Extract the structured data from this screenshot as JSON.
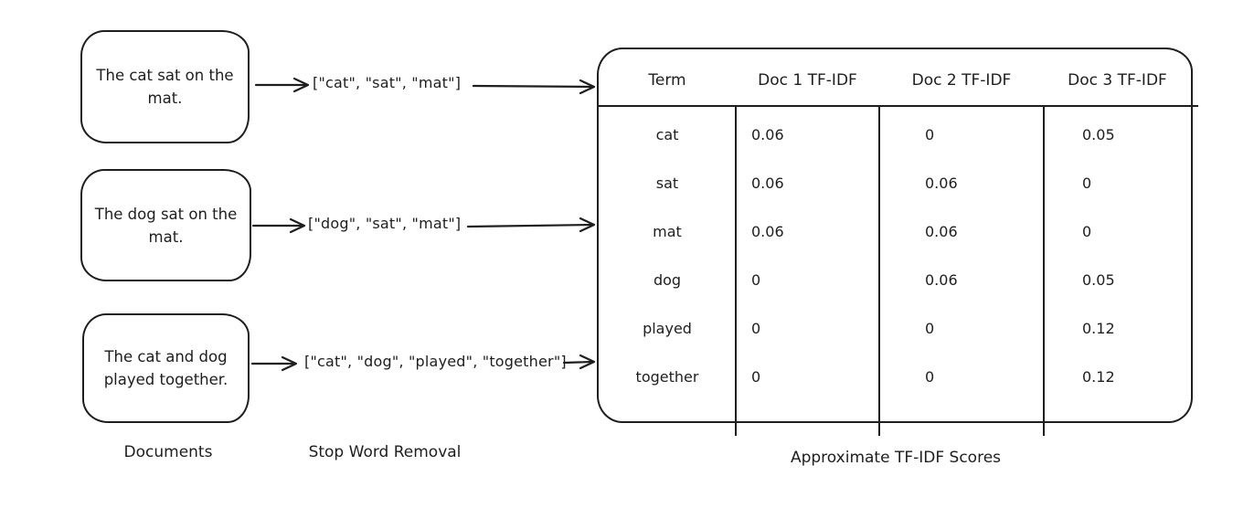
{
  "documents": {
    "label": "Documents",
    "boxes": [
      {
        "line1": "The cat sat on the",
        "line2": "mat."
      },
      {
        "line1": "The dog sat on the",
        "line2": "mat."
      },
      {
        "line1": "The cat and dog",
        "line2": "played together."
      }
    ]
  },
  "stop_words": {
    "label": "Stop Word Removal",
    "token_lists": [
      "[\"cat\", \"sat\", \"mat\"]",
      "[\"dog\", \"sat\", \"mat\"]",
      "[\"cat\", \"dog\", \"played\", \"together\"]"
    ]
  },
  "table": {
    "caption": "Approximate TF-IDF Scores",
    "columns": [
      "Term",
      "Doc 1 TF-IDF",
      "Doc 2 TF-IDF",
      "Doc 3 TF-IDF"
    ],
    "rows": [
      [
        "cat",
        "0.06",
        "0",
        "0.05"
      ],
      [
        "sat",
        "0.06",
        "0.06",
        "0"
      ],
      [
        "mat",
        "0.06",
        "0.06",
        "0"
      ],
      [
        "dog",
        "0",
        "0.06",
        "0.05"
      ],
      [
        "played",
        "0",
        "0",
        "0.12"
      ],
      [
        "together",
        "0",
        "0",
        "0.12"
      ]
    ]
  },
  "colors": {
    "stroke": "#1e1e1e",
    "background": "#ffffff"
  }
}
